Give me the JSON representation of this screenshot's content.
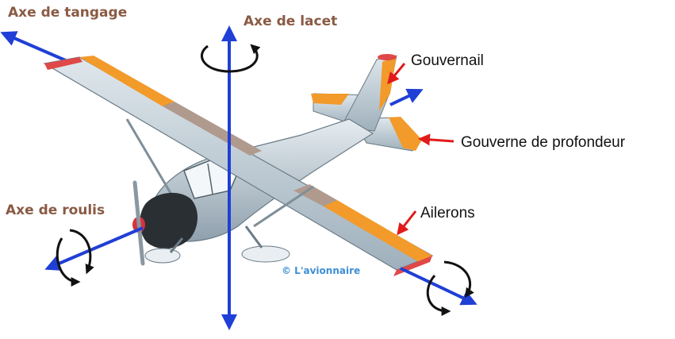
{
  "axes": {
    "pitch": "Axe de tangage",
    "yaw": "Axe de lacet",
    "roll": "Axe de roulis"
  },
  "parts": {
    "rudder": "Gouvernail",
    "elevator": "Gouverne de profondeur",
    "ailerons": "Ailerons"
  },
  "credit": "© L'avionnaire",
  "colors": {
    "axis": "#1f3fd6",
    "pointer": "#e11b1b",
    "axis_label": "#8a5a44",
    "wing": "#b9c6cf",
    "control_surface": "#f29a2a",
    "rotation_arrow": "#111111"
  }
}
